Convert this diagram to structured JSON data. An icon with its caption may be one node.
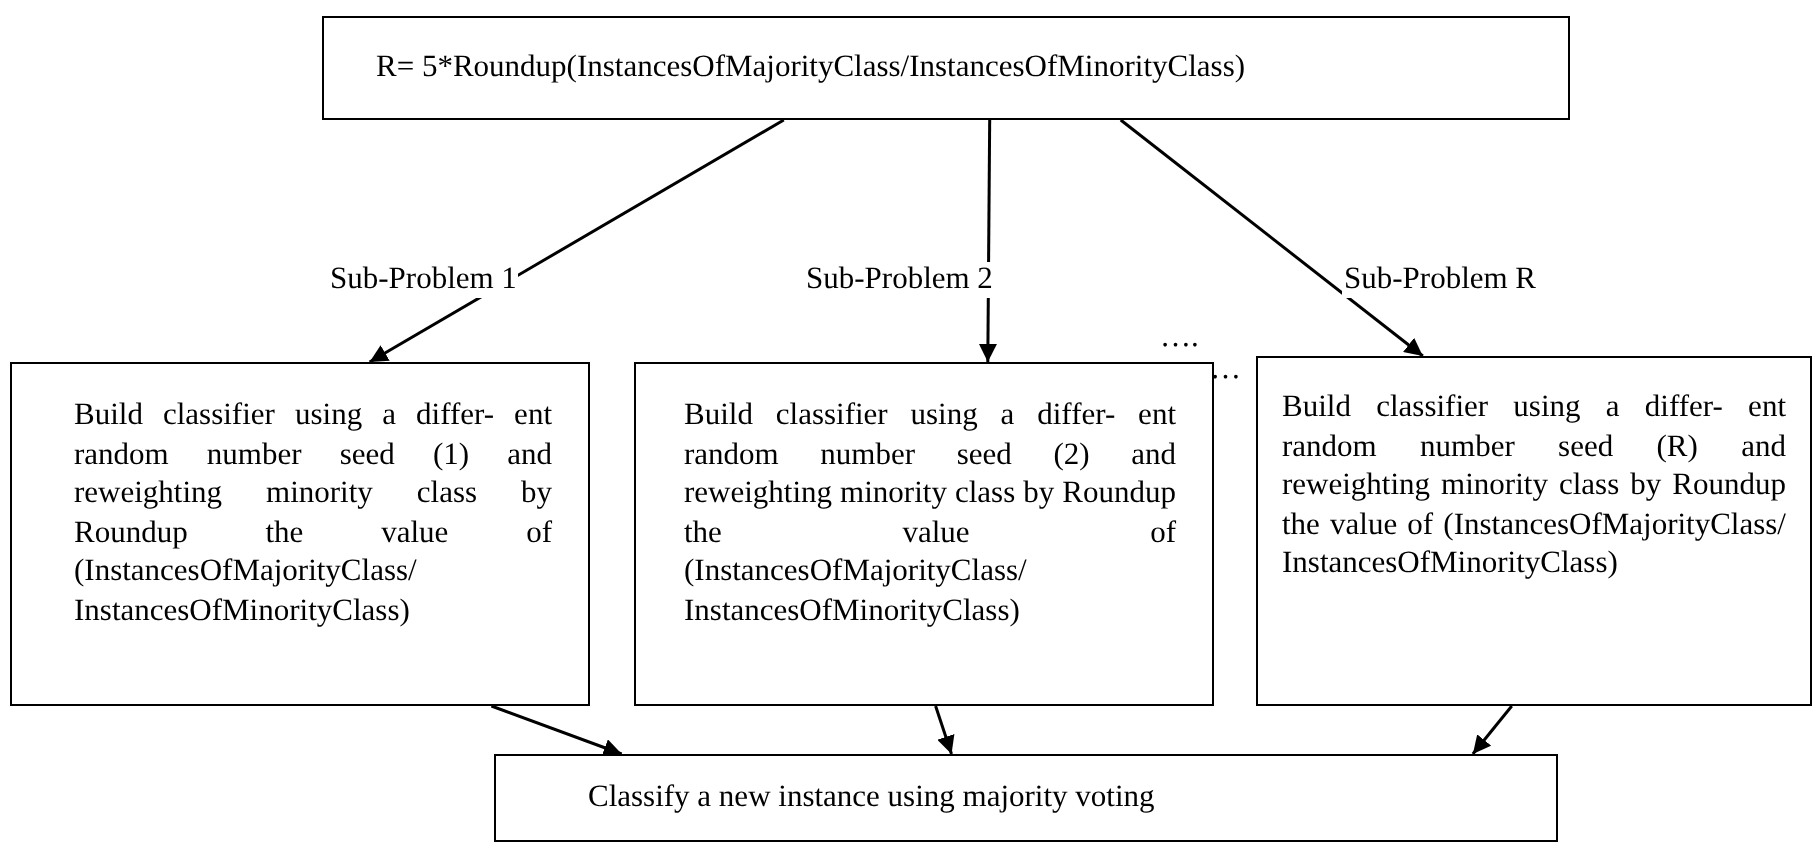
{
  "diagram": {
    "nodes": [
      {
        "text": [
          "R= 5*Roundup(InstancesOfMajorityClass/InstancesOfMinorityClass)"
        ]
      },
      {
        "text": [
          "Build classifier using a differ- ent random number seed (1) and reweighting minority class by Roundup the value of (InstancesOfMajorityClass/ InstancesOfMinorityClass)"
        ]
      },
      {
        "text": [
          "Build classifier using a differ- ent random number seed (2) and reweighting minority class by Roundup the value of (InstancesOfMajorityClass/ InstancesOfMinorityClass)"
        ]
      },
      {
        "text": [
          "Build classifier using a differ- ent random number seed (R) and reweighting minority class by Roundup the value of (InstancesOfMajorityClass/ InstancesOfMinorityClass)"
        ]
      },
      {
        "text": [
          "Classify a new instance using majority voting"
        ]
      }
    ],
    "edges": [
      {
        "from": 0,
        "to": 1,
        "arrow": "to",
        "label": "Sub-Problem 1"
      },
      {
        "from": 0,
        "to": 2,
        "arrow": "to",
        "label": "Sub-Problem 2"
      },
      {
        "from": 0,
        "to": 3,
        "arrow": "to",
        "label": "Sub-Problem R"
      },
      {
        "from": 1,
        "to": 4,
        "arrow": "to"
      },
      {
        "from": 2,
        "to": 4,
        "arrow": "to"
      },
      {
        "from": 3,
        "to": 4,
        "arrow": "to"
      }
    ],
    "labels": [
      "….",
      "…"
    ]
  }
}
